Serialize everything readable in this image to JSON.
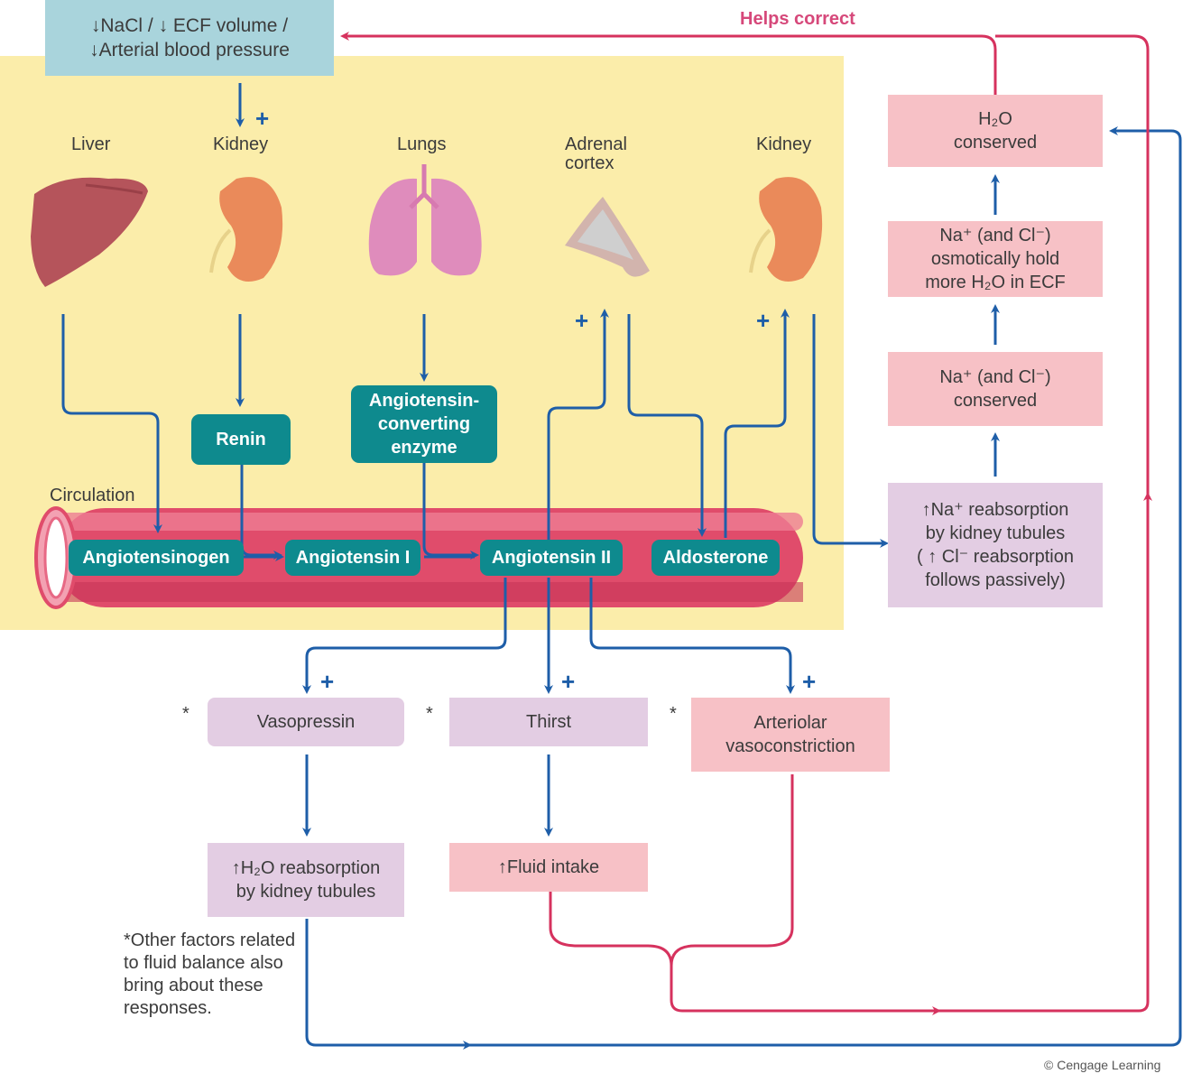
{
  "stimulus": {
    "line1": "↓NaCl / ↓ ECF volume /",
    "line2": "↓Arterial blood pressure"
  },
  "helps_correct": "Helps correct",
  "organs": {
    "liver": "Liver",
    "kidney1": "Kidney",
    "lungs": "Lungs",
    "adrenal": "Adrenal cortex",
    "kidney2": "Kidney"
  },
  "enzymes": {
    "renin": "Renin",
    "ace": "Angiotensin-converting enzyme"
  },
  "circulation": {
    "label": "Circulation",
    "angiotensinogen": "Angiotensinogen",
    "angiotensin1": "Angiotensin I",
    "angiotensin2": "Angiotensin II",
    "aldosterone": "Aldosterone"
  },
  "right_column": {
    "h2o_conserved": {
      "l1": "H₂O",
      "l2": "conserved"
    },
    "osmotic": {
      "l1": "Na⁺ (and Cl⁻)",
      "l2": "osmotically hold",
      "l3": "more H₂O in ECF"
    },
    "na_conserved": {
      "l1": "Na⁺ (and Cl⁻)",
      "l2": "conserved"
    },
    "na_reabsorption": {
      "l1": "↑Na⁺ reabsorption",
      "l2": "by kidney tubules",
      "l3": "( ↑ Cl⁻ reabsorption",
      "l4": "follows passively)"
    }
  },
  "responses": {
    "vasopressin": "Vasopressin",
    "thirst": "Thirst",
    "vasoconstriction": {
      "l1": "Arteriolar",
      "l2": "vasoconstriction"
    },
    "h2o_reabsorption": {
      "l1": "↑H₂O reabsorption",
      "l2": "by kidney tubules"
    },
    "fluid_intake": "↑Fluid intake"
  },
  "plus_sign": "+",
  "asterisk": "*",
  "footnote": "*Other factors related to fluid balance also bring about these responses.",
  "credit": "© Cengage Learning",
  "colors": {
    "blue_arrow": "#1e5ea8",
    "red_arrow": "#d6325e",
    "teal": "#0e8a8e",
    "pink": "#f7c1c6",
    "lavender": "#e3cde3",
    "yellow": "#fbedaa",
    "stimulus": "#a9d4dc"
  }
}
